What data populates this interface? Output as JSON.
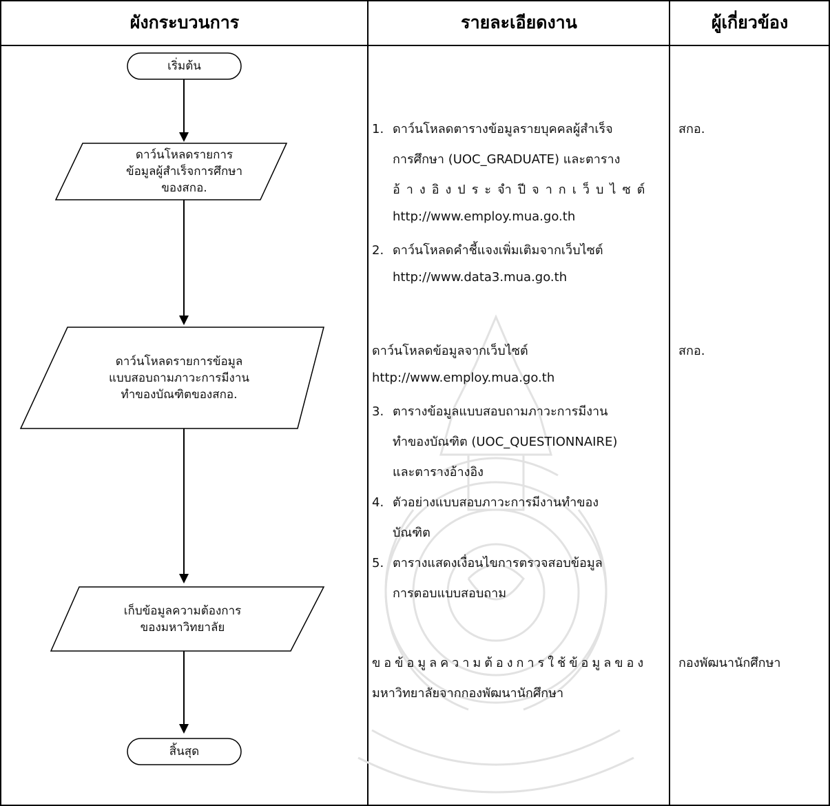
{
  "header": {
    "col1": "ผังกระบวนการ",
    "col2": "รายละเอียดงาน",
    "col3": "ผู้เกี่ยวข้อง"
  },
  "flowchart": {
    "start": "เริ่มต้น",
    "step1": "ดาว์นโหลดรายการ\nข้อมูลผู้สำเร็จการศึกษา\nของสกอ.",
    "step2": "ดาว์นโหลดรายการข้อมูล\nแบบสอบถามภาวะการมีงาน\nทำของบัณฑิตของสกอ.",
    "step3": "เก็บข้อมูลความต้องการ\nของมหาวิทยาลัย",
    "end": "สิ้นสุด"
  },
  "details": {
    "block1": {
      "item1_num": "1.",
      "item1_line1": "ดาว์นโหลดตารางข้อมูลรายบุคคลผู้สำเร็จ",
      "item1_line2": "การศึกษา (UOC_GRADUATE) และตาราง",
      "item1_line3": "อ้างอิงประจำปีจากเว็บไซต์",
      "item1_line4": "http://www.employ.mua.go.th",
      "item2_num": "2.",
      "item2_line1": "ดาว์นโหลดคำชี้แจงเพิ่มเติมจากเว็บไซต์",
      "item2_line2": "http://www.data3.mua.go.th"
    },
    "block2": {
      "intro_line1": "ดาว์นโหลดข้อมูลจากเว็บไซต์",
      "intro_line2": "http://www.employ.mua.go.th",
      "item3_num": "3.",
      "item3_line1": "ตารางข้อมูลแบบสอบถามภาวะการมีงาน",
      "item3_line2": "ทำของบัณฑิต (UOC_QUESTIONNAIRE)",
      "item3_line3": "และตารางอ้างอิง",
      "item4_num": "4.",
      "item4_line1": "ตัวอย่างแบบสอบภาวะการมีงานทำของ",
      "item4_line2": "บัณฑิต",
      "item5_num": "5.",
      "item5_line1": "ตารางแสดงเงื่อนไขการตรวจสอบข้อมูล",
      "item5_line2": "การตอบแบบสอบถาม"
    },
    "block3": {
      "line1": "ขอข้อมูลความต้องการใช้ข้อมูลของ",
      "line2": "มหาวิทยาลัยจากกองพัฒนานักศึกษา"
    }
  },
  "responsible": {
    "row1": "สกอ.",
    "row2": "สกอ.",
    "row3": "กองพัฒนานักศึกษา"
  }
}
